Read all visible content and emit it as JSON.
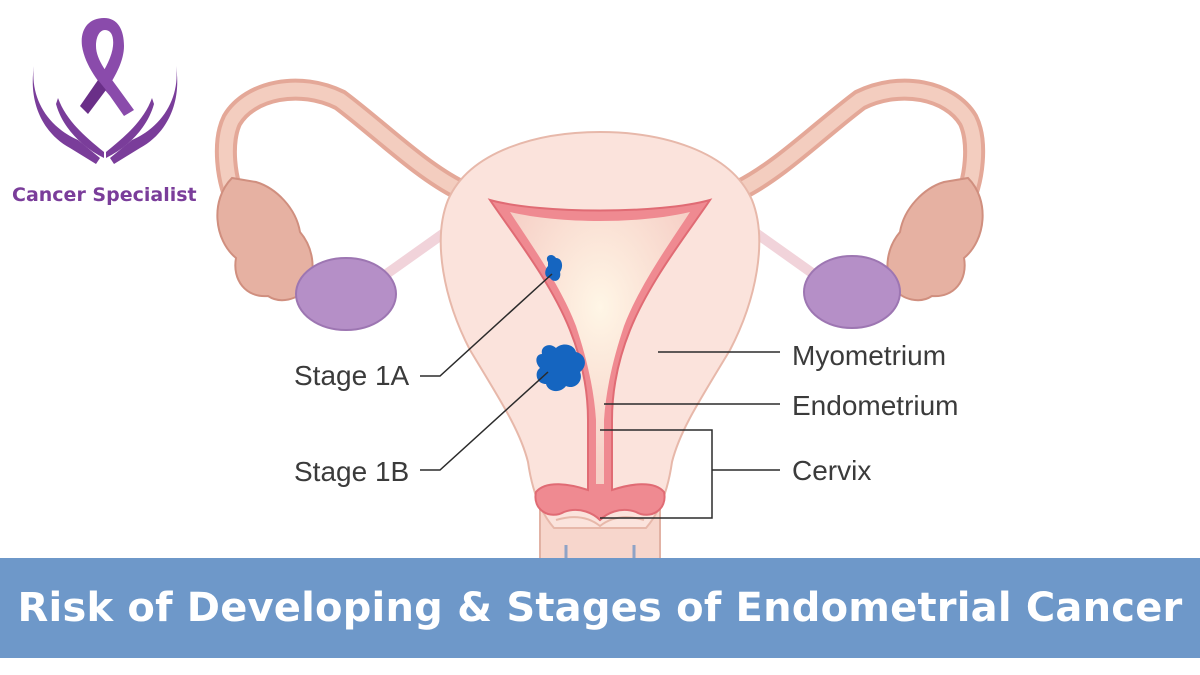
{
  "brand": {
    "name": "Cancer Specialist",
    "logo_icon": "ribbon-hands-icon",
    "color": "#7a3d9a"
  },
  "diagram": {
    "labels": {
      "stage_1a": "Stage 1A",
      "stage_1b": "Stage 1B",
      "myometrium": "Myometrium",
      "endometrium": "Endometrium",
      "cervix": "Cervix"
    },
    "colors": {
      "myometrium": "#fbe3dc",
      "endometrium": "#ef8a91",
      "tube": "#f1c2b3",
      "ovary": "#b58fc7",
      "fimbria": "#e6b1a2",
      "tumor": "#1565c0",
      "leader_line": "#2b2b2b"
    }
  },
  "banner": {
    "title": "Risk of Developing & Stages of Endometrial Cancer",
    "background": "#6e98c9"
  }
}
